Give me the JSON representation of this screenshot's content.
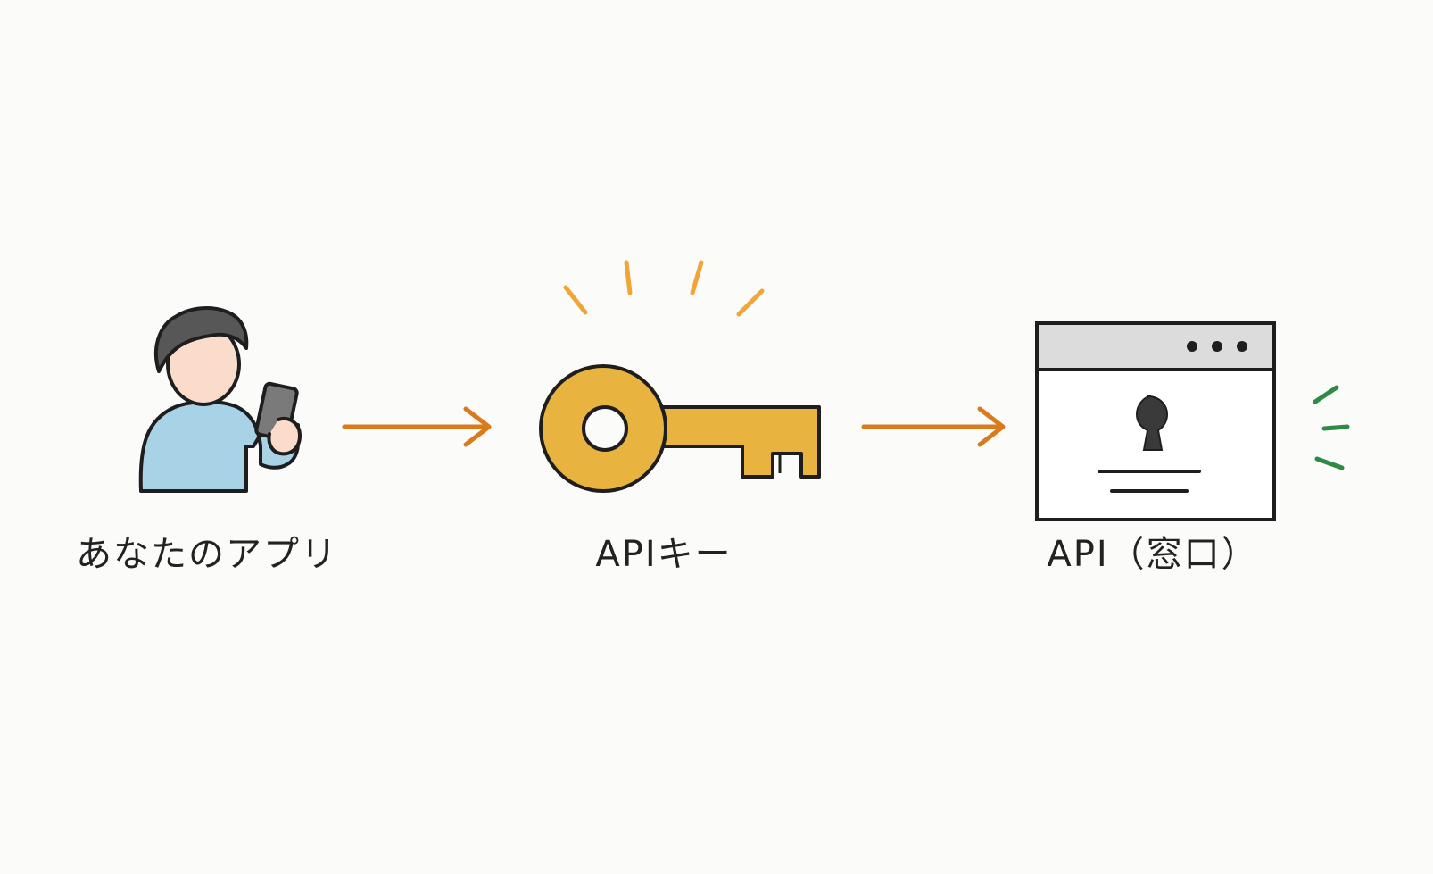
{
  "diagram": {
    "nodes": [
      {
        "id": "app",
        "label": "あなたのアプリ",
        "icon": "person-with-phone-icon"
      },
      {
        "id": "key",
        "label": "APIキー",
        "icon": "key-icon"
      },
      {
        "id": "api",
        "label": "API（窓口）",
        "icon": "browser-window-lock-icon"
      }
    ],
    "edges": [
      {
        "from": "app",
        "to": "key"
      },
      {
        "from": "key",
        "to": "api"
      }
    ]
  },
  "colors": {
    "background": "#fbfbfa",
    "outline": "#1e1e1e",
    "arrow": "#d97a1c",
    "key_fill": "#e8b33e",
    "sparkle": "#f0a535",
    "shirt": "#a8d3e6",
    "skin": "#fbdccb",
    "hair": "#575757",
    "phone": "#7a7a7a",
    "window_bar": "#dcdcdc",
    "signal": "#2e8b45"
  }
}
